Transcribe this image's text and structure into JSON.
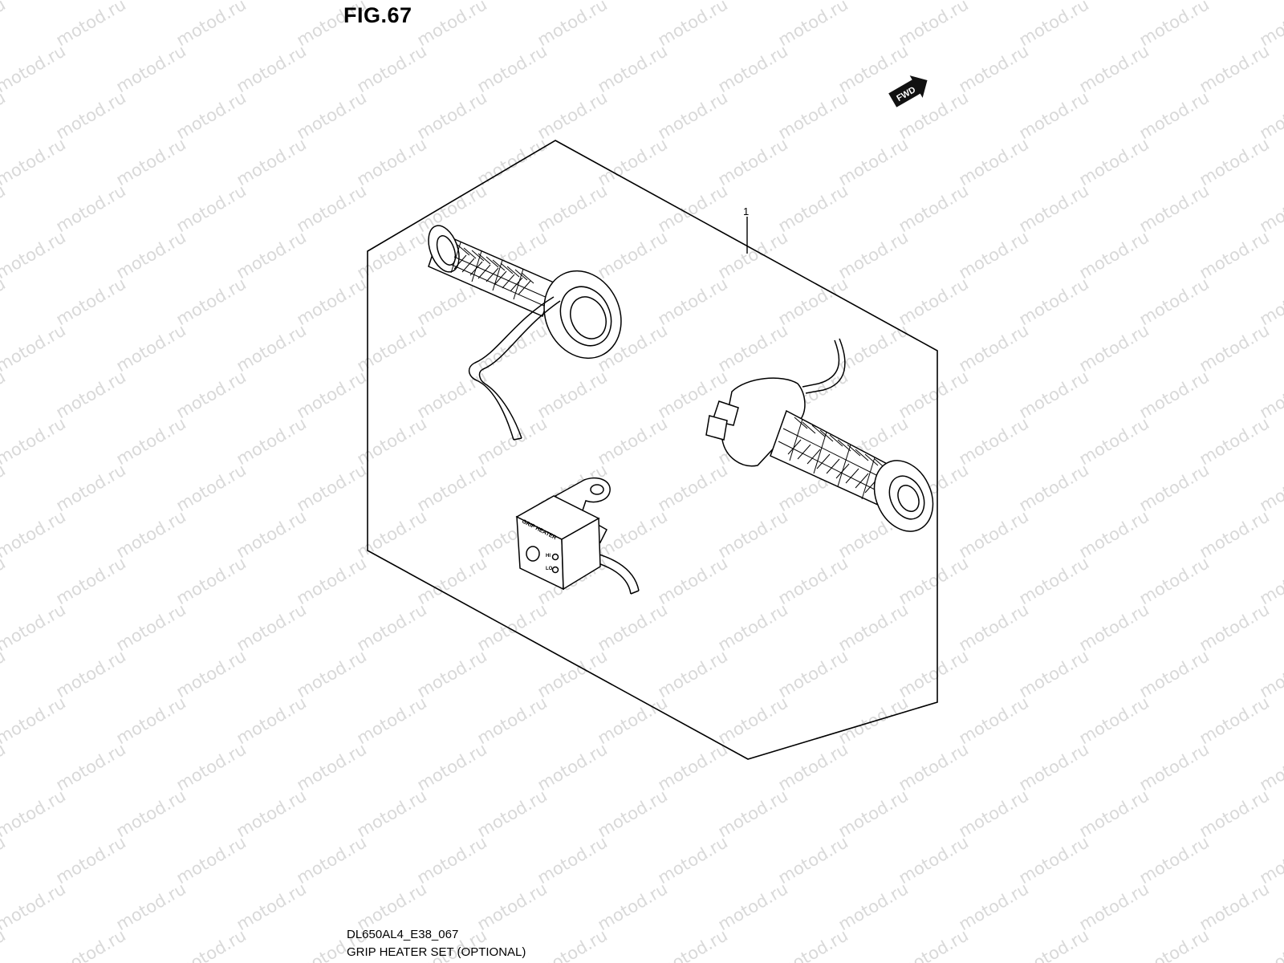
{
  "figure": {
    "title": "FIG.67",
    "code": "DL650AL4_E38_067",
    "caption": "GRIP HEATER SET (OPTIONAL)",
    "callout_number": "1",
    "fwd_label": "FWD"
  },
  "switch_unit": {
    "label": "GRIP HEATER",
    "hi_label": "HI",
    "lo_label": "LO"
  },
  "watermark": {
    "text": "motod.ru"
  },
  "colors": {
    "line": "#000000",
    "watermark": "#d9d9d9",
    "background": "#ffffff"
  },
  "icons": [
    "fwd-arrow-icon"
  ]
}
